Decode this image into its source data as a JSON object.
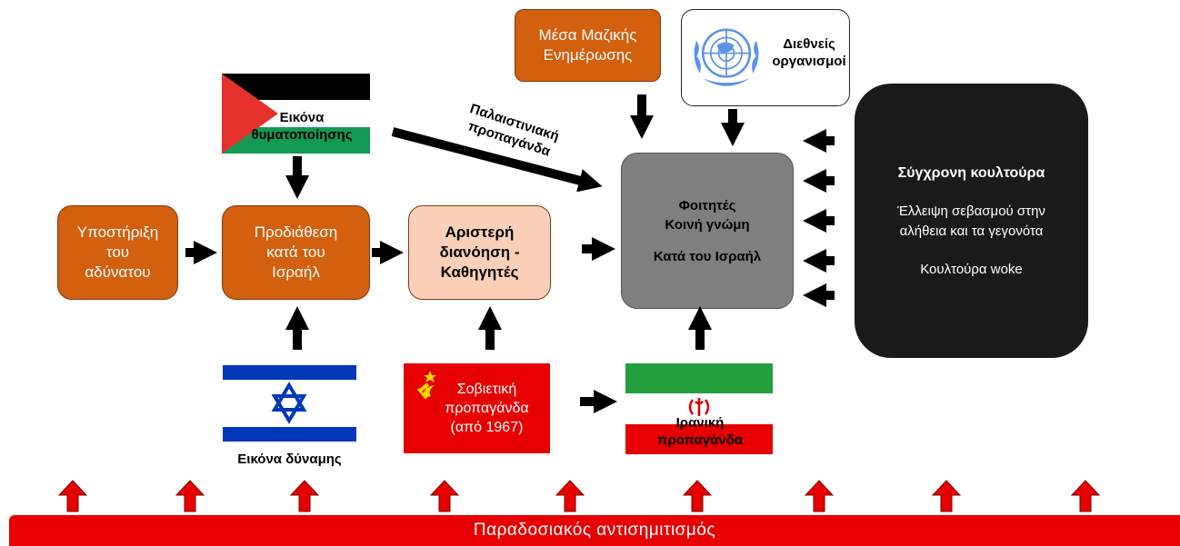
{
  "nodes": {
    "support_weak": [
      "Υποστήριξη",
      "του",
      "αδύνατου"
    ],
    "predisposition": [
      "Προδιάθεση",
      "κατά του",
      "Ισραήλ"
    ],
    "left_intellect": [
      "Αριστερή",
      "διανόηση -",
      "Καθηγητές"
    ],
    "students": [
      "Φοιτητές",
      "Κοινή γνώμη",
      "",
      "Κατά του Ισραήλ"
    ],
    "media": [
      "Μέσα Μαζικής",
      "Ενημέρωσης"
    ],
    "intl_orgs": [
      "Διεθνείς",
      "οργανισμοί"
    ],
    "culture_title": "Σύγχρονη κουλτούρα",
    "culture_lines": [
      "Έλλειψη σεβασμού στην",
      "αλήθεια και τα γεγονότα"
    ],
    "culture_woke": "Κουλτούρα woke",
    "victim_image": [
      "Εικόνα",
      "θυματοποίησης"
    ],
    "palestinian_propaganda": [
      "Παλαιστινιακή",
      "προπαγάνδα"
    ],
    "power_image": "Εικόνα δύναμης",
    "soviet_propaganda": [
      "Σοβιετική",
      "προπαγάνδα",
      "(από 1967)"
    ],
    "iranian_propaganda": [
      "Ιρανική",
      "προπαγάνδα"
    ],
    "traditional_antisemitism": "Παραδοσιακός αντισημιτισμός"
  },
  "icons": [
    "palestinian-flag-icon",
    "israeli-flag-icon",
    "soviet-flag-icon",
    "iranian-flag-icon",
    "un-emblem-icon",
    "black-arrow-icon",
    "red-up-arrow-icon"
  ],
  "colors": {
    "orange": "#d2600f",
    "peach": "#fbd0b9",
    "grey": "#7f7f7f",
    "black": "#1a1a1a",
    "red": "#e60000",
    "un_blue": "#5b92e5",
    "israel_blue": "#0038b8",
    "iran_green": "#239f40",
    "palestine_green": "#149954"
  }
}
